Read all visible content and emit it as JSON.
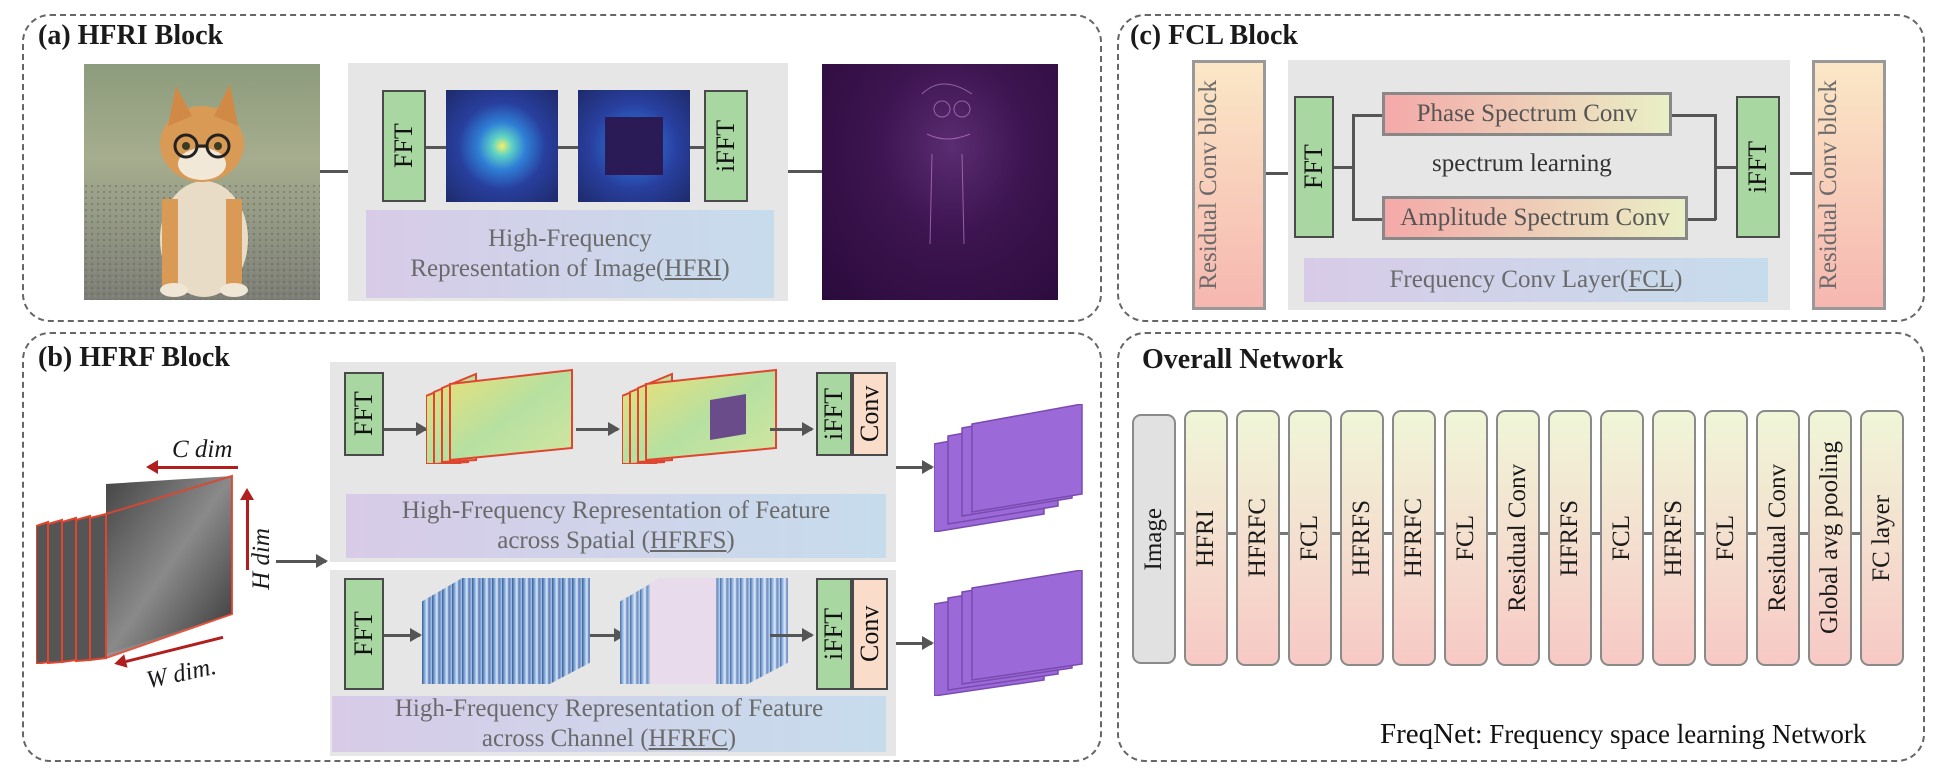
{
  "panels": {
    "a_title": "(a) HFRI Block",
    "b_title": "(b) HFRF Block",
    "c_title": "(c) FCL Block",
    "d_title": "Overall Network"
  },
  "hfri": {
    "fft": "FFT",
    "ifft": "iFFT",
    "caption_line1": "High-Frequency",
    "caption_line2_prefix": "Representation of Image(",
    "caption_abbr": "HFRI",
    "caption_suffix": ")"
  },
  "hfrf": {
    "c_dim": "C dim",
    "h_dim": "H dim",
    "w_dim": "W dim.",
    "spatial": {
      "fft": "FFT",
      "ifft": "iFFT",
      "conv": "Conv",
      "caption_line1": "High-Frequency Representation of Feature",
      "caption_line2_prefix": "across Spatial (",
      "caption_abbr": "HFRFS",
      "caption_suffix": ")"
    },
    "channel": {
      "fft": "FFT",
      "ifft": "iFFT",
      "conv": "Conv",
      "caption_line1": "High-Frequency Representation of Feature",
      "caption_line2_prefix": "across Channel (",
      "caption_abbr": "HFRFC",
      "caption_suffix": ")"
    }
  },
  "fcl": {
    "residual_left": "Residual Conv block",
    "residual_right": "Residual Conv block",
    "fft": "FFT",
    "ifft": "iFFT",
    "phase": "Phase Spectrum Conv",
    "amplitude": "Amplitude Spectrum Conv",
    "spectrum_learning": "spectrum learning",
    "caption_prefix": "Frequency Conv Layer(",
    "caption_abbr": "FCL",
    "caption_suffix": ")"
  },
  "network": {
    "blocks": [
      "Image",
      "HFRI",
      "HFRFC",
      "FCL",
      "HFRFS",
      "HFRFC",
      "FCL",
      "Residual Conv",
      "HFRFS",
      "FCL",
      "HFRFS",
      "FCL",
      "Residual Conv",
      "Global avg pooling",
      "FC layer"
    ],
    "footer_name": "FreqNet",
    "footer_rest": ": Frequency space learning Network"
  }
}
